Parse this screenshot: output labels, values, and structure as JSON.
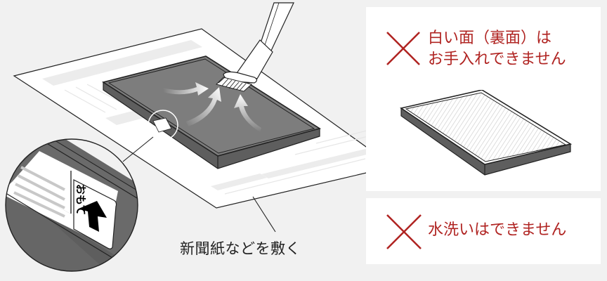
{
  "illustration": {
    "description": "Vacuuming the dark side of the filter placed on newspaper",
    "caption": "新聞紙などを敷く",
    "label_zoom_text": "おもて",
    "icons": [
      "vacuum-nozzle-icon",
      "airflow-arrow-icon",
      "magnifier-circle-icon",
      "up-arrow-icon"
    ]
  },
  "warnings": [
    {
      "icon": "cross-mark-icon",
      "lines": [
        "白い面（裏面）は",
        "お手入れできません"
      ]
    },
    {
      "icon": "cross-mark-icon",
      "lines": [
        "水洗いはできません"
      ]
    }
  ],
  "colors": {
    "background": "#f1f1f1",
    "panel": "#ffffff",
    "warning_red": "#b02422",
    "filter_dark": "#666666",
    "filter_face": "#7d7d7d"
  }
}
